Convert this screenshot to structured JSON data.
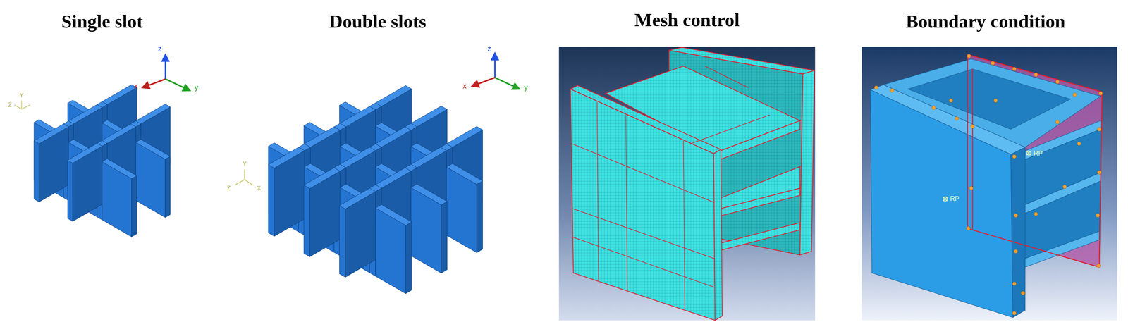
{
  "diagram": {
    "labels": [
      "Single slot",
      "Double slots",
      "Mesh control",
      "Boundary condition",
      "z",
      "x",
      "y",
      "Y",
      "Z",
      "z",
      "x",
      "y",
      "Y",
      "Z",
      "X",
      "RP",
      "RP"
    ]
  }
}
